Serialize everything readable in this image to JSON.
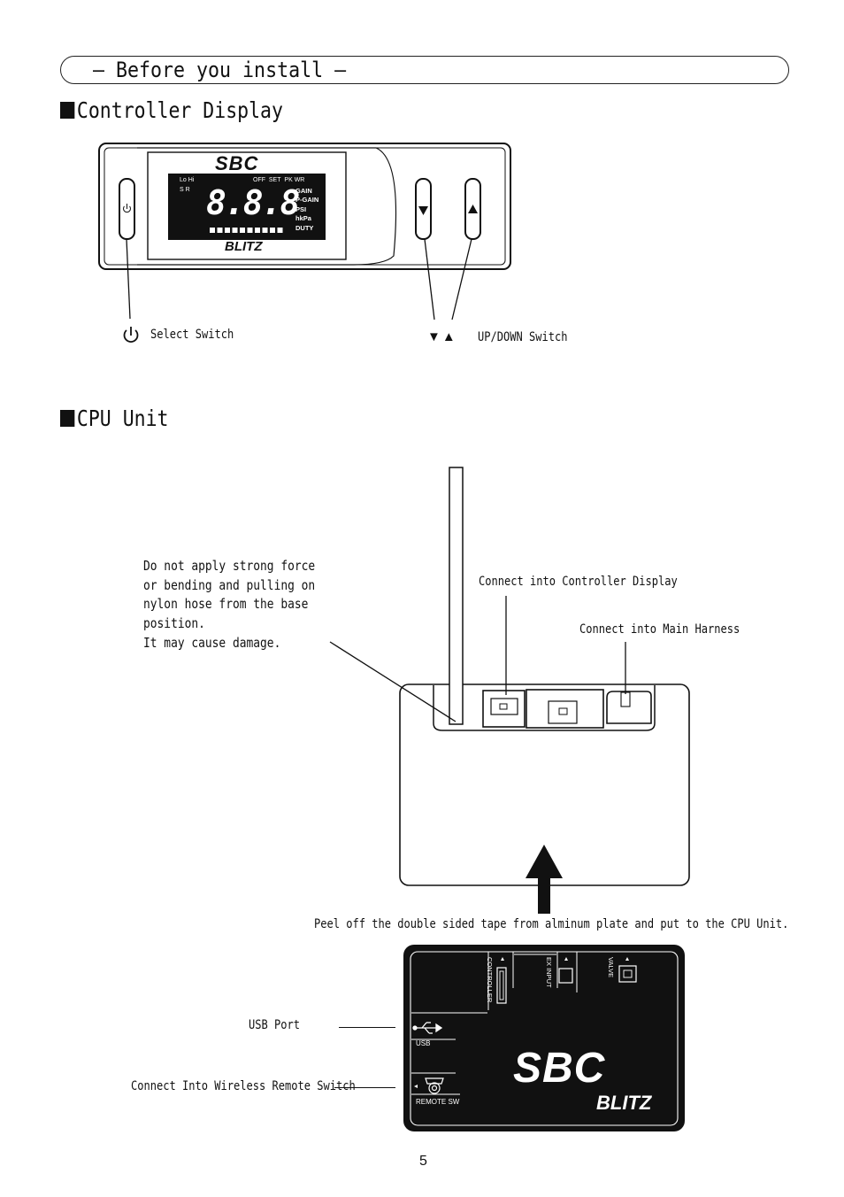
{
  "banner": {
    "title": "— Before you install —"
  },
  "sections": {
    "controller_display": {
      "heading": "Controller Display"
    },
    "cpu_unit": {
      "heading": "CPU Unit"
    }
  },
  "controller": {
    "logo": "SBC",
    "brand": "BLITZ",
    "lcd_digits": "8.8.8",
    "lcd_top_labels": [
      "Lo",
      "Hi",
      "OFF",
      "SET",
      "PK",
      "WR"
    ],
    "lcd_left_small": [
      "S",
      "R"
    ],
    "lcd_side_labels": [
      "GAIN",
      "P-GAIN",
      "PSI",
      "hkPa",
      "DUTY"
    ],
    "labels": {
      "select_switch": "Select Switch",
      "updown_symbols": "▼▲",
      "updown_switch": "UP/DOWN Switch"
    }
  },
  "cpu": {
    "warning": [
      "Do not apply strong force",
      "or bending and pulling on",
      "nylon hose from the base",
      "position.",
      "It may cause damage."
    ],
    "connect_controller": "Connect into Controller Display",
    "connect_harness": "Connect into Main Harness",
    "tape_note": "Peel off the double sided tape from alminum plate and put to the CPU Unit.",
    "usb_port": "USB Port",
    "remote_switch": "Connect Into Wireless Remote Switch",
    "plate": {
      "port_controller": "CONTROLLER",
      "port_ex_input": "EX INPUT",
      "port_valve": "VALVE",
      "usb": "USB",
      "remote_sw": "REMOTE SW",
      "logo": "SBC",
      "brand": "BLITZ"
    }
  },
  "page_number": "5"
}
